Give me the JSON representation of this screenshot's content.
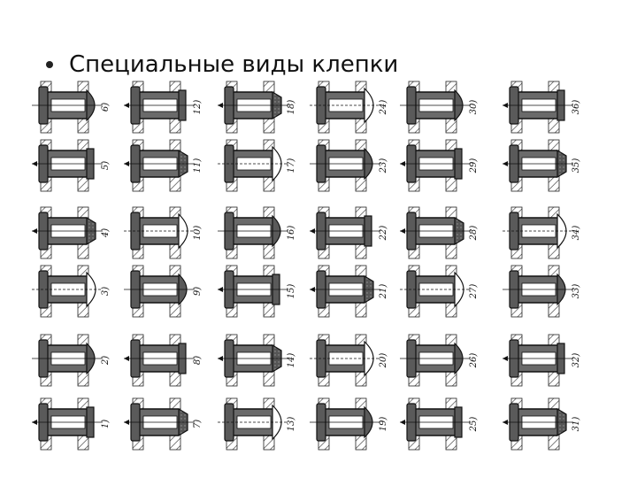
{
  "slide": {
    "bullet_icon": "bullet-dot-icon",
    "title": "Специальные виды клепки"
  },
  "figure": {
    "caption_labels": [
      "1)",
      "2)",
      "3)",
      "4)",
      "5)",
      "6)",
      "7)",
      "8)",
      "9)",
      "10)",
      "11)",
      "12)",
      "13)",
      "14)",
      "15)",
      "16)",
      "17)",
      "18)",
      "19)",
      "20)",
      "21)",
      "22)",
      "23)",
      "24)",
      "25)",
      "26)",
      "27)",
      "28)",
      "29)",
      "30)",
      "31)",
      "32)",
      "33)",
      "34)",
      "35)",
      "36)"
    ]
  }
}
